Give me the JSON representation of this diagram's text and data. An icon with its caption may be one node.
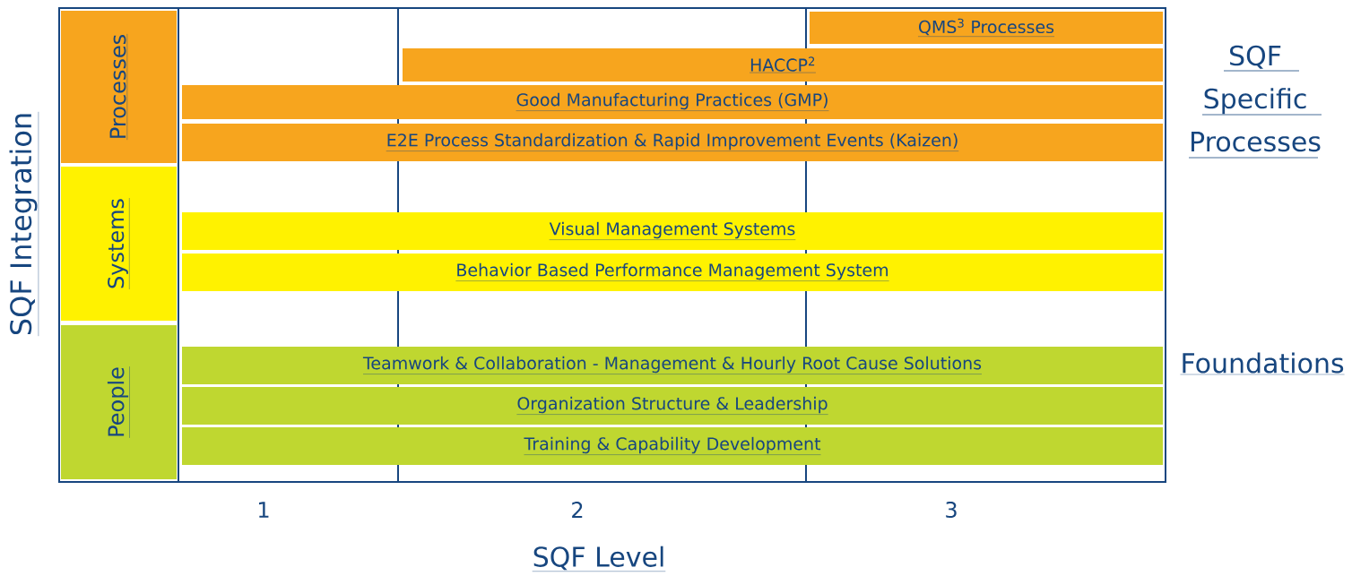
{
  "diagram": {
    "nodes": [
      {
        "text": [
          "Processes"
        ]
      },
      {
        "text": [
          "Systems"
        ]
      },
      {
        "text": [
          "People"
        ]
      },
      {
        "text": [
          "QMS$^{3}$ Processes"
        ]
      },
      {
        "text": [
          "HACCP$^{2}$"
        ]
      },
      {
        "text": [
          "Good Manufacturing Practices (GMP)"
        ]
      },
      {
        "text": [
          "E2E Process Standardization & Rapid Improvement Events (Kaizen)"
        ]
      },
      {
        "text": [
          "Visual Management Systems"
        ]
      },
      {
        "text": [
          "Behavior Based Performance Management System"
        ]
      },
      {
        "text": [
          "Teamwork & Collaboration - Management & Hourly Root Cause Solutions"
        ]
      },
      {
        "text": [
          "Organization Structure & Leadership"
        ]
      },
      {
        "text": [
          "Training & Capability Development"
        ]
      }
    ],
    "labels": [
      "SQF Integration",
      "SQF Specific Processes",
      "Foundations",
      "1",
      "2",
      "3",
      "SQF Level"
    ]
  }
}
